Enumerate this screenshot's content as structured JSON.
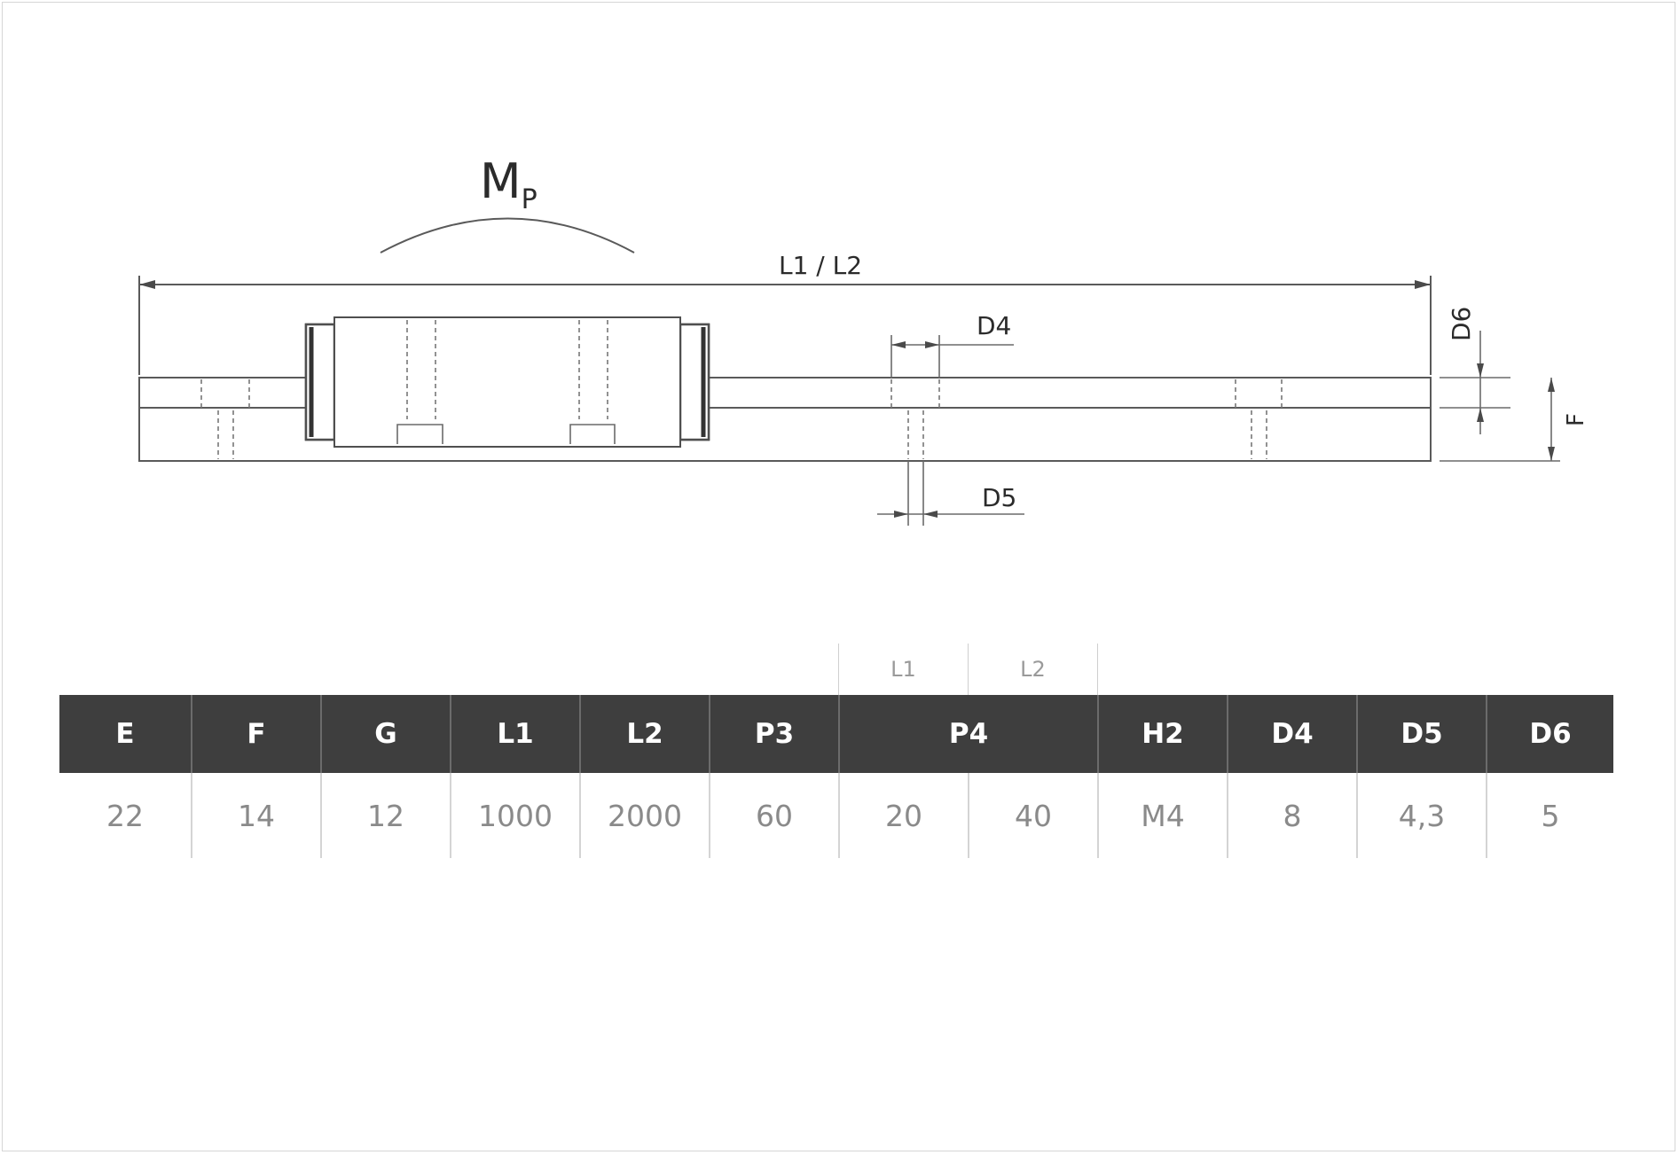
{
  "drawing": {
    "moment_label": "M",
    "moment_subscript": "P",
    "length_label": "L1 / L2",
    "d4_label": "D4",
    "d5_label": "D5",
    "d6_label": "D6",
    "f_label": "F"
  },
  "table": {
    "sub_headers": [
      "L1",
      "L2"
    ],
    "headers": [
      "E",
      "F",
      "G",
      "L1",
      "L2",
      "P3",
      "P4",
      "H2",
      "D4",
      "D5",
      "D6"
    ],
    "values": [
      "22",
      "14",
      "12",
      "1000",
      "2000",
      "60",
      "20",
      "40",
      "M4",
      "8",
      "4,3",
      "5"
    ]
  }
}
